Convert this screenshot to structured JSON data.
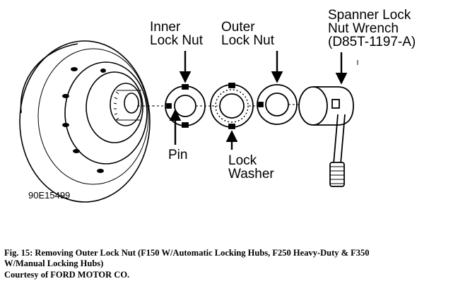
{
  "labels": {
    "inner_lock_nut": [
      "Inner",
      "Lock Nut"
    ],
    "outer_lock_nut": [
      "Outer",
      "Lock Nut"
    ],
    "wrench": [
      "Spanner Lock",
      "Nut Wrench",
      "(D85T-1197-A)"
    ],
    "pin": "Pin",
    "lock_washer": [
      "Lock",
      "Washer"
    ]
  },
  "figure_code": "90E15499",
  "caption": {
    "line1": "Fig. 15: Removing Outer Lock Nut (F150 W/Automatic Locking Hubs, F250 Heavy-Duty & F350",
    "line2": "W/Manual Locking Hubs)",
    "line3": "Courtesy of FORD MOTOR CO."
  },
  "colors": {
    "ink": "#000000",
    "paper": "#ffffff"
  }
}
